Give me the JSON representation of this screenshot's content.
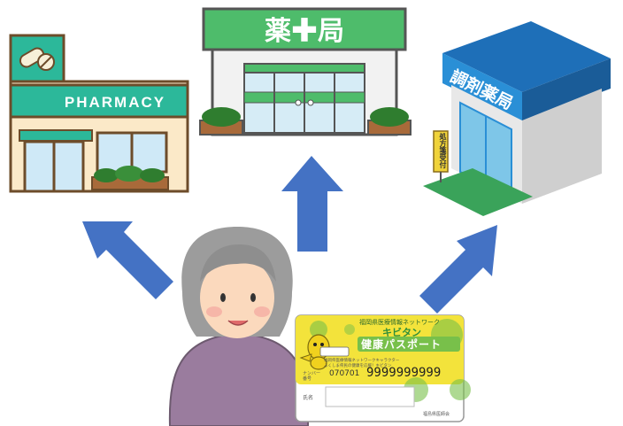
{
  "stores": {
    "left": {
      "sign": "PHARMACY"
    },
    "center": {
      "sign": "薬✚局"
    },
    "right": {
      "sign": "調剤薬局",
      "banner": "処方箋受付"
    }
  },
  "card": {
    "top_text": "福岡県医療情報ネットワーク",
    "brand": "キビタン",
    "title": "健康パスポート",
    "small_line_1": "福岡県医療情報ネットワークキャラクター",
    "small_line_2": "ふくしま県民の健康を応援！キビタン",
    "label_no": "ナンバー",
    "label_no2": "番号",
    "number_prefix": "070701",
    "number_main": "9999999999",
    "name_label": "氏名",
    "footer": "福島県医師会"
  },
  "colors": {
    "arrow": "#4472c4",
    "pharmacy_teal": "#2cb89a",
    "center_green": "#4ebc6b",
    "right_blue": "#2a8fd6",
    "card_yellow": "#f3e33b",
    "card_green": "#78c04a"
  }
}
